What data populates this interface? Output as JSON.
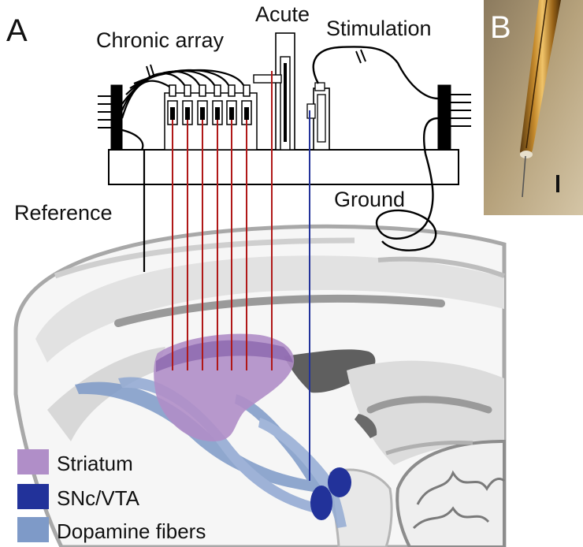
{
  "panels": {
    "a": {
      "letter": "A"
    },
    "b": {
      "letter": "B"
    }
  },
  "labels": {
    "chronic_array": "Chronic array",
    "acute": "Acute",
    "stimulation": "Stimulation",
    "reference": "Reference",
    "ground": "Ground"
  },
  "legend": [
    {
      "label": "Striatum",
      "color": "#b08ec8"
    },
    {
      "label": "SNc/VTA",
      "color": "#22329a"
    },
    {
      "label": "Dopamine fibers",
      "color": "#7e9ac8"
    }
  ],
  "colors": {
    "recording_electrode": "#b01818",
    "stimulation_electrode": "#22329a",
    "brain_outline": "#a8a8a8",
    "brain_fill": "#e6e6e6",
    "ventricle": "#5f5f5f"
  }
}
